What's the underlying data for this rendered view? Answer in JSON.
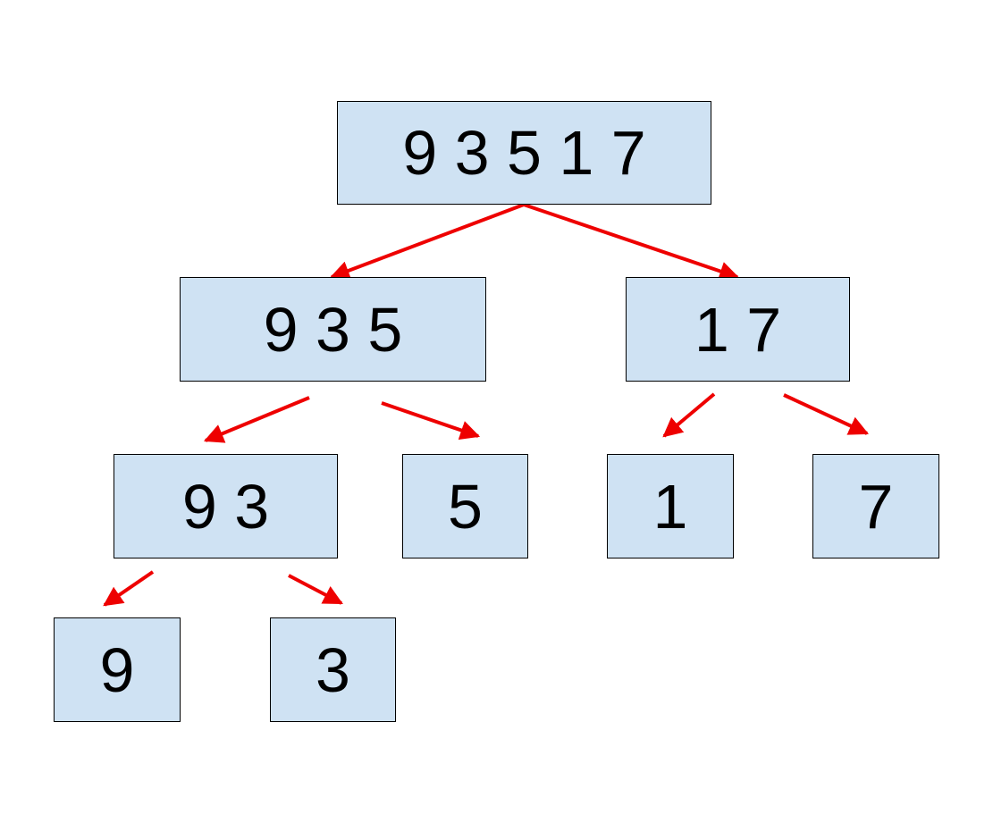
{
  "colors": {
    "node_fill": "#cfe2f3",
    "node_border": "#000000",
    "arrow": "#ee0000",
    "text": "#000000"
  },
  "nodes": {
    "root": "9 3 5 1 7",
    "left": "9 3 5",
    "right": "1 7",
    "left_left": "9 3",
    "left_right": "5",
    "right_left": "1",
    "right_right": "7",
    "left_left_left": "9",
    "left_left_right": "3"
  }
}
